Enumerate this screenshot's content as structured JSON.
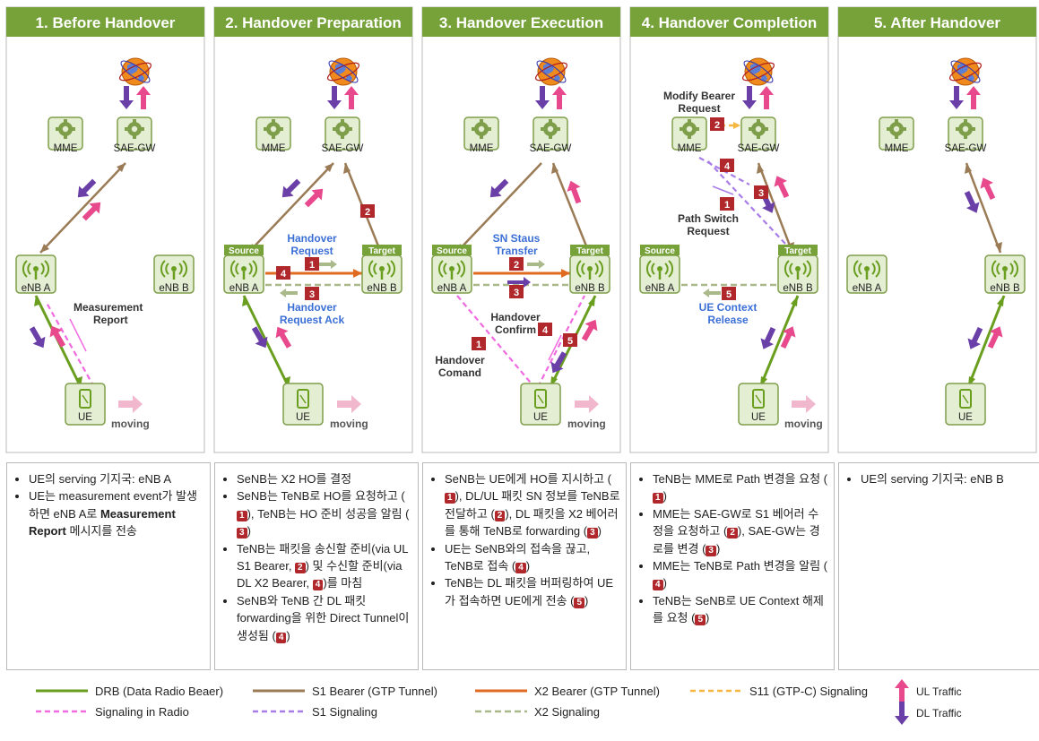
{
  "panels": [
    {
      "title": "1. Before Handover"
    },
    {
      "title": "2. Handover Preparation"
    },
    {
      "title": "3. Handover Execution"
    },
    {
      "title": "4. Handover Completion"
    },
    {
      "title": "5. After Handover"
    }
  ],
  "nodes": {
    "mme": "MME",
    "sae_gw": "SAE-GW",
    "enb_a": "eNB A",
    "enb_b": "eNB B",
    "ue": "UE",
    "source": "Source",
    "target": "Target",
    "moving": "moving"
  },
  "labels": {
    "measurement_report_1": "Measurement",
    "measurement_report_2": "Report",
    "handover_request_1": "Handover",
    "handover_request_2": "Request",
    "handover_request_ack_1": "Handover",
    "handover_request_ack_2": "Request Ack",
    "sn_status_1": "SN Staus",
    "sn_status_2": "Transfer",
    "handover_confirm_1": "Handover",
    "handover_confirm_2": "Confirm",
    "handover_command_1": "Handover",
    "handover_command_2": "Comand",
    "modify_bearer_1": "Modify Bearer",
    "modify_bearer_2": "Request",
    "path_switch_1": "Path Switch",
    "path_switch_2": "Request",
    "ue_context_1": "UE Context",
    "ue_context_2": "Release"
  },
  "steps": {
    "s1": "1",
    "s2": "2",
    "s3": "3",
    "s4": "4",
    "s5": "5"
  },
  "descriptions": [
    {
      "items": [
        [
          "UE의 serving 기지국: eNB A"
        ],
        [
          "UE는 measurement event가 발생하면 eNB A로 ",
          "b:Measurement Report",
          " 메시지를 전송"
        ]
      ]
    },
    {
      "items": [
        [
          "SeNB는 X2 HO를 결정"
        ],
        [
          "SeNB는 TeNB로 HO를 요청하고 (",
          "k:1",
          "), TeNB는 HO 준비 성공을 알림 (",
          "k:3",
          ")"
        ],
        [
          "TeNB는 패킷을 송신할 준비(via UL S1 Bearer, ",
          "k:2",
          ") 및 수신할 준비(via DL X2 Bearer, ",
          "k:4",
          ")를 마침"
        ],
        [
          "SeNB와 TeNB 간 DL 패킷 forwarding을 위한 Direct Tunnel이 생성됨 (",
          "k:4",
          ")"
        ]
      ]
    },
    {
      "items": [
        [
          "SeNB는 UE에게 HO를 지시하고 (",
          "k:1",
          "), DL/UL 패킷 SN 정보를 TeNB로 전달하고 (",
          "k:2",
          "), DL 패킷을 X2 베어러를 통해 TeNB로 forwarding (",
          "k:3",
          ")"
        ],
        [
          "UE는 SeNB와의 접속을 끊고, TeNB로 접속 (",
          "k:4",
          ")"
        ],
        [
          "TeNB는 DL 패킷을 버퍼링하여 UE가 접속하면 UE에게 전송 (",
          "k:5",
          ")"
        ]
      ]
    },
    {
      "items": [
        [
          "TeNB는 MME로 Path 변경을 요청 (",
          "k:1",
          ")"
        ],
        [
          "MME는 SAE-GW로 S1 베어러 수정을 요청하고 (",
          "k:2",
          "), SAE-GW는 경로를 변경 (",
          "k:3",
          ")"
        ],
        [
          "MME는 TeNB로 Path 변경을 알림 (",
          "k:4",
          ")"
        ],
        [
          "TeNB는 SeNB로 UE Context 해제를 요청 (",
          "k:5",
          ")"
        ]
      ]
    },
    {
      "items": [
        [
          "UE의 serving 기지국: eNB B"
        ]
      ]
    }
  ],
  "legend": {
    "drb": "DRB (Data Radio Beaer)",
    "s1_bearer": "S1 Bearer (GTP Tunnel)",
    "x2_bearer": "X2 Bearer (GTP Tunnel)",
    "s11": "S11 (GTP-C) Signaling",
    "ul_traffic": "UL Traffic",
    "signaling_radio": "Signaling in Radio",
    "s1_signaling": "S1 Signaling",
    "x2_signaling": "X2 Signaling",
    "dl_traffic": "DL Traffic"
  },
  "colors": {
    "header_green": "#77a23a",
    "node_fill": "#e4eed3",
    "node_border": "#7f9e4a",
    "drb": "#6a9e1f",
    "s1_bearer": "#9a7b55",
    "x2_bearer": "#e06a20",
    "s11": "#f5b642",
    "radio_signal": "#f06ae0",
    "s1_signal": "#a87de8",
    "x2_signal": "#a9b98a",
    "ul": "#e8488c",
    "dl": "#6a3fa8",
    "step_badge": "#b0282c",
    "msg_blue": "#3b6fd6"
  }
}
